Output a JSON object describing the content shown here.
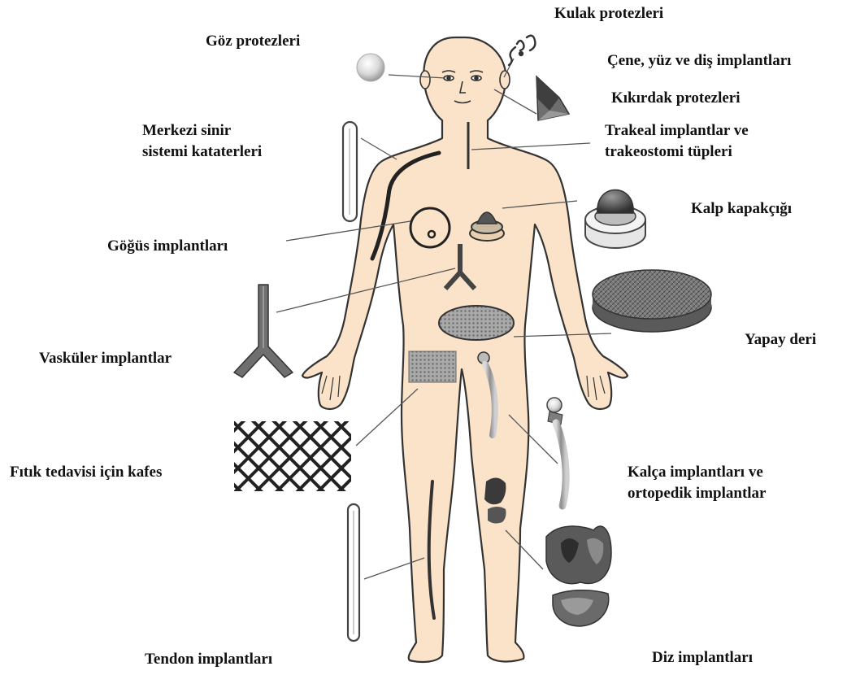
{
  "colors": {
    "skin": "#fbe3c9",
    "outline": "#333333",
    "line": "#555555",
    "dark_gray": "#555555",
    "mid_gray": "#8a8a8a",
    "light_gray": "#d8d8d8",
    "white": "#ffffff"
  },
  "labels": {
    "ear": "Kulak protezleri",
    "eye": "Göz protezleri",
    "jaw": "Çene, yüz ve diş implantları",
    "cartilage": "Kıkırdak protezleri",
    "cns_1": "Merkezi sinir",
    "cns_2": "sistemi kataterleri",
    "trachea_1": "Trakeal implantlar ve",
    "trachea_2": "trakeostomi tüpleri",
    "heart_valve": "Kalp kapakçığı",
    "breast": "Göğüs implantları",
    "vascular": "Vasküler implantlar",
    "skin": "Yapay deri",
    "hernia": "Fıtık tedavisi için kafes",
    "hip_1": "Kalça implantları ve",
    "hip_2": "ortopedik implantlar",
    "tendon": "Tendon implantları",
    "knee": "Diz implantları"
  },
  "icons": [
    "eye-sphere-icon",
    "ear-prosthesis-icon",
    "jaw-wedge-icon",
    "catheter-tube-icon",
    "heart-valve-icon",
    "vascular-graft-icon",
    "artificial-skin-disc-icon",
    "hernia-mesh-icon",
    "hip-implant-icon",
    "tendon-implant-icon",
    "knee-implant-icon"
  ]
}
